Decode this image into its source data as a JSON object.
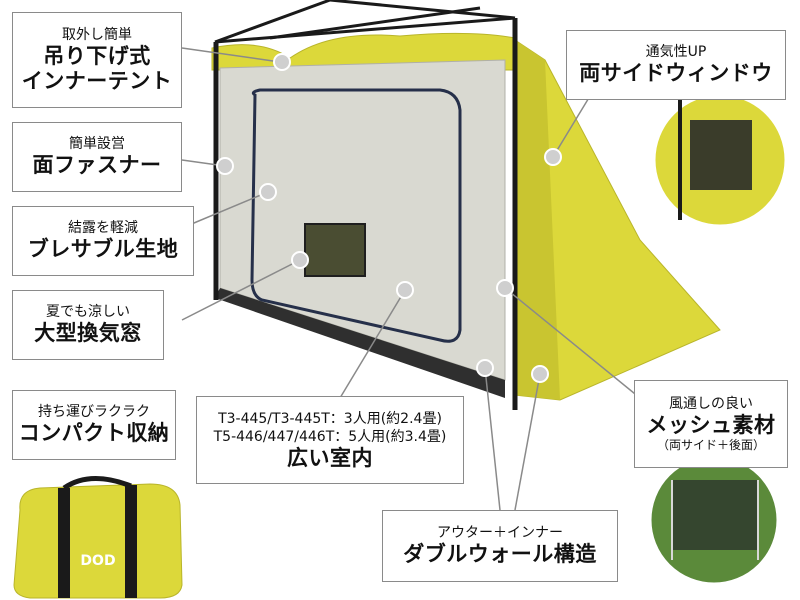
{
  "callouts": {
    "hanging": {
      "line1": "取外し簡単",
      "line2": "吊り下げ式",
      "line3": "インナーテント"
    },
    "zipper": {
      "line1": "簡単設営",
      "line2": "面ファスナー"
    },
    "breathable": {
      "line1": "結露を軽減",
      "line2": "ブレサブル生地"
    },
    "window": {
      "line1": "夏でも涼しい",
      "line2": "大型換気窓"
    },
    "compact": {
      "line1": "持ち運びラクラク",
      "line2": "コンパクト収納"
    },
    "side_window": {
      "line1": "通気性UP",
      "line2": "両サイドウィンドウ"
    },
    "capacity": {
      "line1": "T3-445/T3-445T：3人用(約2.4畳)",
      "line2": "T5-446/447/446T：5人用(約3.4畳)",
      "line3": "広い室内"
    },
    "mesh": {
      "line1": "風通しの良い",
      "line2": "メッシュ素材",
      "line3": "（両サイド＋後面）"
    },
    "double_wall": {
      "line1": "アウター＋インナー",
      "line2": "ダブルウォール構造"
    }
  },
  "bag_logo": "DOD",
  "colors": {
    "tent_yellow": "#dcd83a",
    "inner_gray": "#d8d8d0",
    "frame_black": "#1a1a1a",
    "callout_border": "#8a8a8a",
    "dot_gray": "#cfcfcf"
  }
}
